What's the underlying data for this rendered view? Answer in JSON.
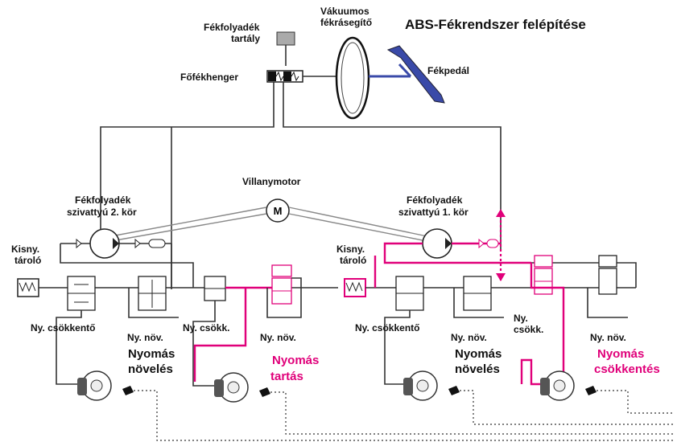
{
  "title": "ABS-Fékrendszer felépítése",
  "labels": {
    "tank": [
      "Fékfolyadék",
      "tartály"
    ],
    "booster": [
      "Vákuumos",
      "fékrásegítő"
    ],
    "master_cylinder": "Főfékhenger",
    "pedal": "Fékpedál",
    "motor": "Villanymotor",
    "motor_symbol": "M",
    "pump_left": [
      "Fékfolyadék",
      "szivattyú 2. kör"
    ],
    "pump_right": [
      "Fékfolyadék",
      "szivattyú 1. kör"
    ],
    "accumulator_left": [
      "Kisny.",
      "tároló"
    ],
    "accumulator_right": [
      "Kisny.",
      "tároló"
    ],
    "valve_l1": "Ny. csökkentő",
    "valve_l2": "Ny. növ.",
    "valve_l3": "Ny. csökk.",
    "valve_l4": "Ny. növ.",
    "valve_r1": "Ny. csökkentő",
    "valve_r2": "Ny. növ.",
    "valve_r3": [
      "Ny.",
      "csökk."
    ],
    "valve_r4": "Ny. növ.",
    "state_l1": [
      "Nyomás",
      "növelés"
    ],
    "state_l2": [
      "Nyomás",
      "tartás"
    ],
    "state_r1": [
      "Nyomás",
      "növelés"
    ],
    "state_r2": [
      "Nyomás",
      "csökkentés"
    ]
  },
  "colors": {
    "highlight": "#e0007a",
    "line": "#333333",
    "pedal": "#3a4aa8"
  }
}
